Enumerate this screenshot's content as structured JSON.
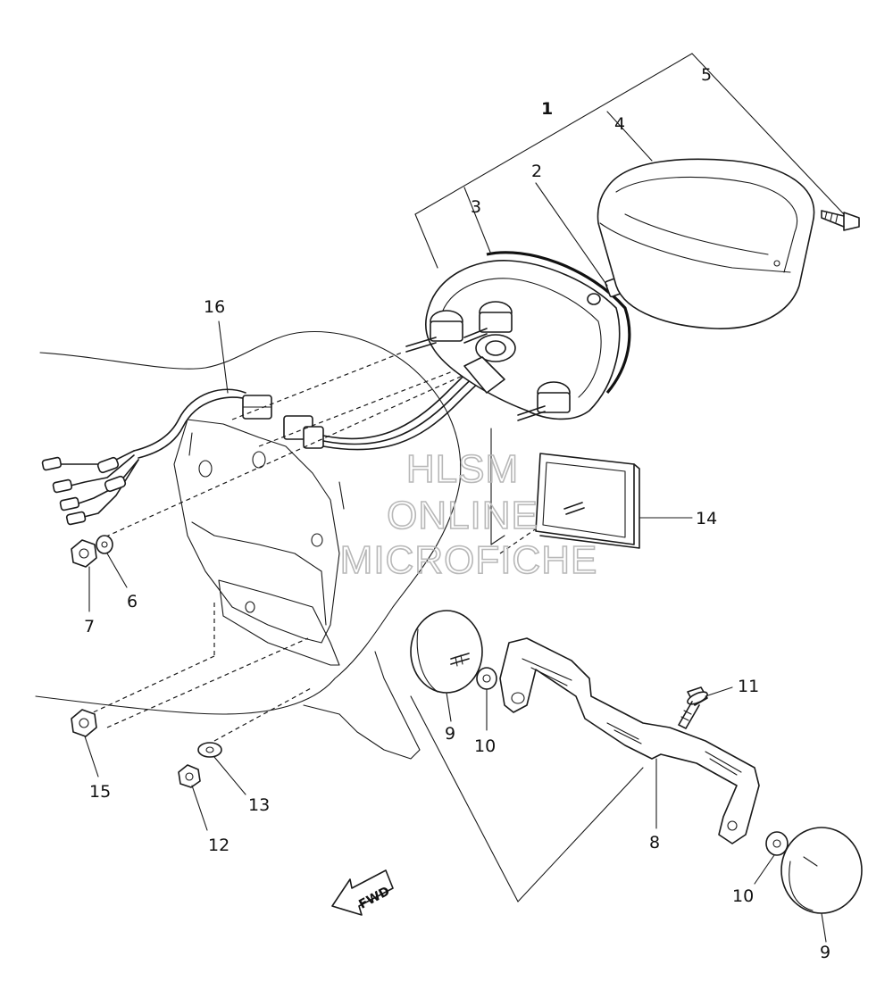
{
  "diagram": {
    "callouts": {
      "c1": "1",
      "c2": "2",
      "c3": "3",
      "c4": "4",
      "c5": "5",
      "c6": "6",
      "c7": "7",
      "c8": "8",
      "c9a": "9",
      "c9b": "9",
      "c10a": "10",
      "c10b": "10",
      "c11": "11",
      "c12": "12",
      "c13": "13",
      "c14": "14",
      "c15": "15",
      "c16": "16"
    },
    "watermark": {
      "line1": "HLSM",
      "line2": "ONLINE",
      "line3": "MICROFICHE"
    },
    "direction_label": "FWD"
  }
}
